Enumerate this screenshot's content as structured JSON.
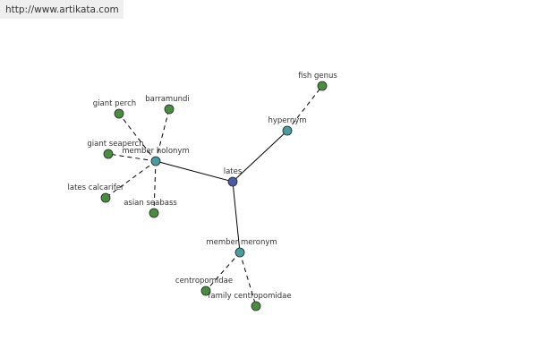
{
  "site_url": "http://www.artikata.com",
  "colors": {
    "center_node": "#4e5aa0",
    "relation_node": "#4a9aa0",
    "leaf_node": "#4d8a42",
    "edge": "#000000",
    "url_bar_bg": "#efefef"
  },
  "graph": {
    "center": {
      "id": "lates",
      "label": "lates"
    },
    "relations": [
      {
        "id": "hypernym",
        "label": "hypernym"
      },
      {
        "id": "member_holonym",
        "label": "member holonym"
      },
      {
        "id": "member_meronym",
        "label": "member meronym"
      }
    ],
    "leaves": [
      {
        "id": "fish_genus",
        "label": "fish genus",
        "relation": "hypernym"
      },
      {
        "id": "giant_perch",
        "label": "giant perch",
        "relation": "member_holonym"
      },
      {
        "id": "barramundi",
        "label": "barramundi",
        "relation": "member_holonym"
      },
      {
        "id": "giant_seaperch",
        "label": "giant seaperch",
        "relation": "member_holonym"
      },
      {
        "id": "lates_calcarifer",
        "label": "lates calcarifer",
        "relation": "member_holonym"
      },
      {
        "id": "asian_seabass",
        "label": "asian seabass",
        "relation": "member_holonym"
      },
      {
        "id": "centropomidae",
        "label": "centropomidae",
        "relation": "member_meronym"
      },
      {
        "id": "family_centropomidae",
        "label": "family centropomidae",
        "relation": "member_meronym"
      }
    ]
  }
}
